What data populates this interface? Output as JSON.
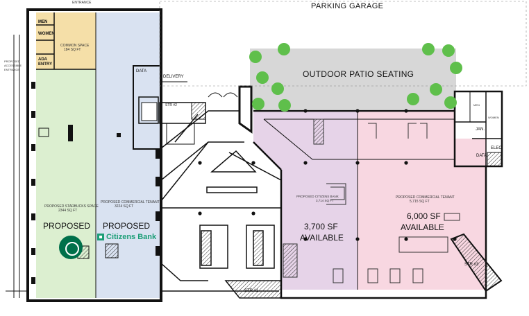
{
  "header": {
    "garage": "PARKING GARAGE",
    "entrance_top": "ENTRANCE"
  },
  "patio": {
    "label": "OUTDOOR PATIO SEATING"
  },
  "rooms": {
    "men": "MEN",
    "women": "WOMEN",
    "common_space": "COMMON SPACE",
    "common_space_sf": "184 SQ FT",
    "ada_entry": "ADA ENTRY",
    "proposed_accessible": "PROPOSED ACCESSIBLE ENTRANCE",
    "data_left": "DATA",
    "delivery": "DELIVERY",
    "str2": "STR #2",
    "str1": "STR #1",
    "str3": "STR #3",
    "jan": "JAN.",
    "elec": "ELEC",
    "data_right": "DATA",
    "women_small": "WOMEN",
    "men_small": "MEN"
  },
  "tenants": {
    "starbucks_small": "PROPOSED STARBUCKS SPACE",
    "starbucks_sf": "2344 SQ FT",
    "starbucks_big": "PROPOSED",
    "citizens_small": "PROPOSED COMMERCIAL TENANT",
    "citizens_sf": "3224 SQ FT",
    "citizens_big": "PROPOSED",
    "citizens_brand": "Citizens Bank",
    "mid_small": "PROPOSED CITIZENS BANK",
    "mid_sf": "3,714 SQ FT",
    "mid_avail_1": "3,700 SF",
    "mid_avail_2": "AVAILABLE",
    "right_small": "PROPOSED COMMERCIAL TENANT",
    "right_sf": "5,715 SQ FT",
    "right_avail_1": "6,000 SF",
    "right_avail_2": "AVAILABLE"
  },
  "colors": {
    "starbucks_zone": "#dcefd0",
    "citizens_zone": "#d9e2f1",
    "common_zone": "#f5dfa8",
    "purple_zone": "#e6d3e8",
    "pink_zone": "#f8d7e1",
    "patio_zone": "#d7d7d7",
    "tree": "#5fbf4b",
    "starbucks_green": "#00704a",
    "citizens_green": "#1b9e77"
  }
}
